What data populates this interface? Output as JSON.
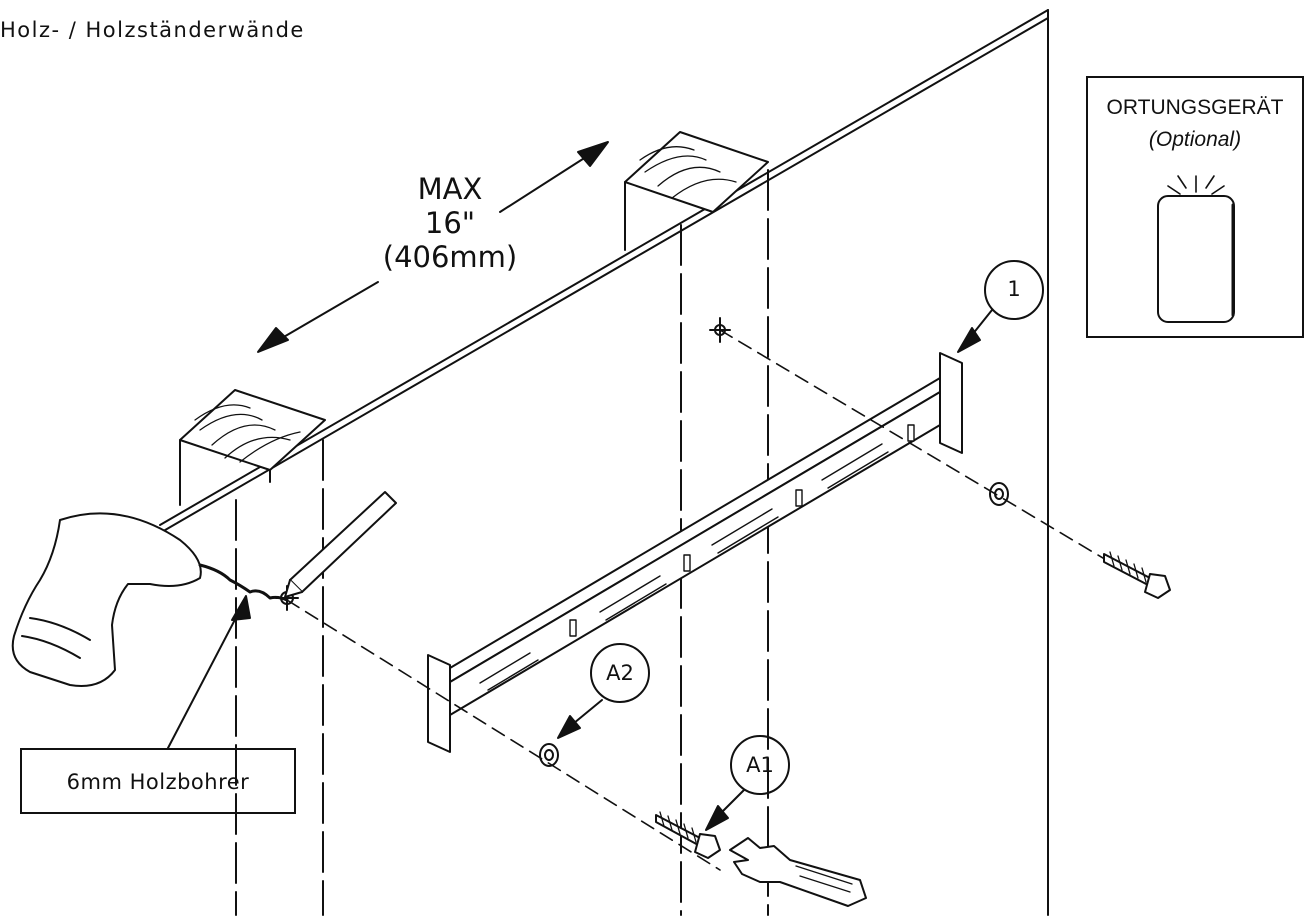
{
  "header": {
    "title": "Holz- / Holzständerwände"
  },
  "dimension": {
    "line1": "MAX",
    "line2": "16\"",
    "line3": "(406mm)"
  },
  "locator": {
    "title": "ORTUNGSGERÄT",
    "subtitle": "(Optional)",
    "icon": "stud-finder-icon"
  },
  "drill": {
    "label": "6mm Holzbohrer",
    "icon": "cordless-drill-icon"
  },
  "callouts": {
    "bracket": "1",
    "washer": "A2",
    "lag_bolt": "A1"
  },
  "tools": {
    "pencil_icon": "pencil-icon",
    "wrench_icon": "wrench-icon"
  },
  "colors": {
    "ink": "#111111",
    "paper": "#ffffff"
  }
}
